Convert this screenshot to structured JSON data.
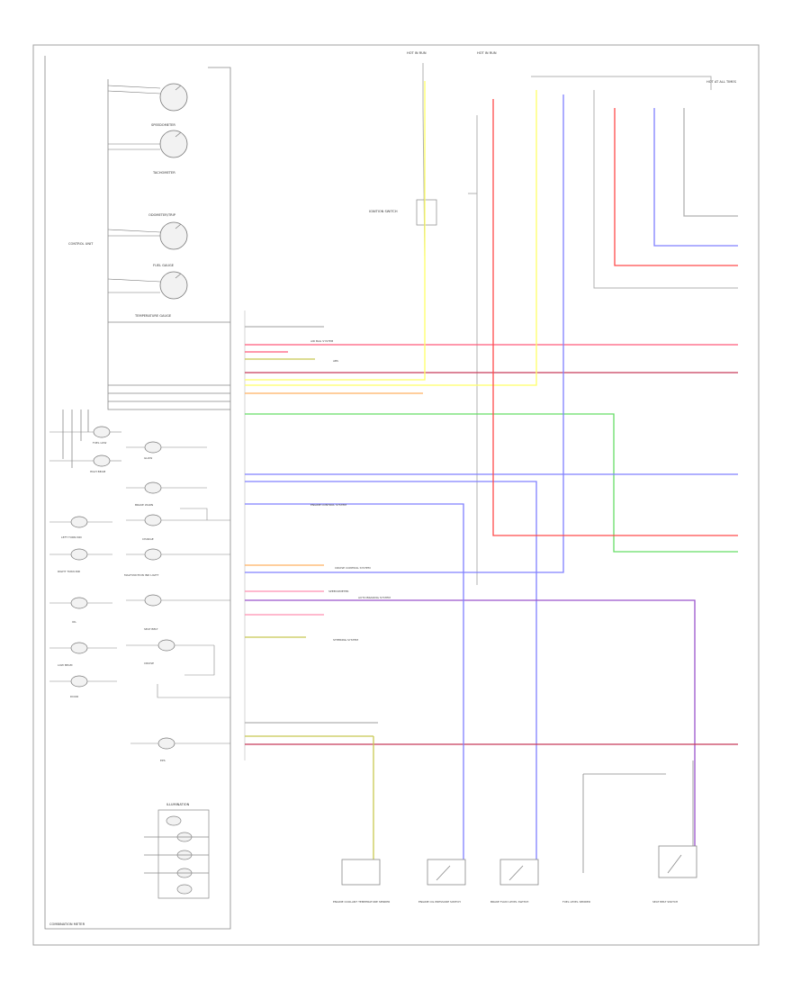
{
  "title": "COMBINATION METER",
  "cluster": {
    "label_control_unit": "CONTROL UNIT",
    "gauges": [
      {
        "id": "speedometer",
        "label": "SPEEDOMETER"
      },
      {
        "id": "tachometer",
        "label": "TACHOMETER"
      },
      {
        "id": "odometer",
        "label": "ODOMETER/TRIP"
      },
      {
        "id": "fuel-gauge",
        "label": "FUEL GAUGE"
      },
      {
        "id": "temp-gauge",
        "label": "TEMPERATURE GAUGE"
      }
    ],
    "indicators": [
      {
        "id": "fuel-low",
        "label": "FUEL LOW"
      },
      {
        "id": "glow",
        "label": "GLOW"
      },
      {
        "id": "high-beam",
        "label": "HIGH BEAM"
      },
      {
        "id": "brake-warn",
        "label": "BRAKE WARN"
      },
      {
        "id": "charge",
        "label": "CHARGE"
      },
      {
        "id": "left-turn",
        "label": "LEFT TURN IND"
      },
      {
        "id": "malfunction",
        "label": "MALFUNCTION IND LIGHT"
      },
      {
        "id": "right-turn",
        "label": "RIGHT TURN IND"
      },
      {
        "id": "seat-belt",
        "label": "SEAT BELT"
      },
      {
        "id": "cruise",
        "label": "CRUISE"
      },
      {
        "id": "low-beam",
        "label": "LOW BEAM"
      },
      {
        "id": "door",
        "label": "DOOR"
      },
      {
        "id": "illumination",
        "label": "ILLUMINATION"
      },
      {
        "id": "oil",
        "label": "OIL"
      },
      {
        "id": "eps",
        "label": "EPS"
      }
    ]
  },
  "top_sources": [
    {
      "id": "hot-run-1",
      "label": "HOT IN RUN"
    },
    {
      "id": "hot-run-2",
      "label": "HOT IN RUN"
    },
    {
      "id": "hot-at-all-times",
      "label": "HOT AT ALL TIMES"
    }
  ],
  "left_component": {
    "label": "IGNITION SWITCH"
  },
  "bottom_components": [
    {
      "id": "engine-coolant-temp",
      "label": "ENGINE COOLANT TEMPERATURE SENDER"
    },
    {
      "id": "oil-pressure-switch",
      "label": "ENGINE OIL PRESSURE SWITCH"
    },
    {
      "id": "brake-fluid",
      "label": "BRAKE FLUID LEVEL SWITCH"
    },
    {
      "id": "fuel-level",
      "label": "FUEL LEVEL SENDER"
    },
    {
      "id": "seat-belt-switch",
      "label": "SEAT BELT SWITCH"
    }
  ],
  "subsystems": [
    "AIR BAG SYSTEM",
    "ABS",
    "ENGINE CONTROL SYSTEM",
    "CRUISE CONTROL SYSTEM",
    "SPEEDOMETER",
    "AUTO BRAKING SYSTEM",
    "STEERING SYSTEM"
  ],
  "colors": {
    "frame": "#9a9a9a",
    "wire_gray": "#b0b0b0",
    "wire_red": "#ff4a4a",
    "wire_darkred": "#c83a5a",
    "wire_blue": "#8080ff",
    "wire_yellow": "#ffff66",
    "wire_orange": "#ffb060",
    "wire_green": "#66dd66",
    "wire_violet": "#9a55cc",
    "wire_olive": "#c8c850",
    "gauge_fill": "#f2f2f2"
  }
}
